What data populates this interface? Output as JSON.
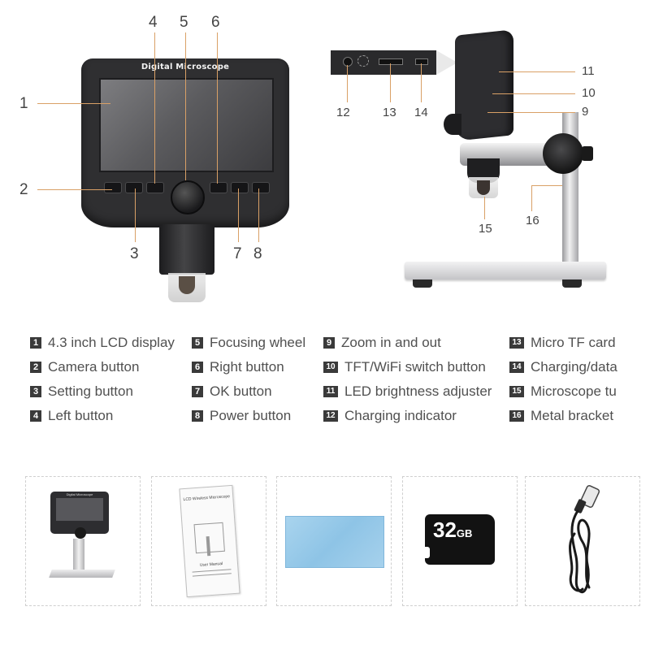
{
  "front_view": {
    "screen_label": "Digital Microscope",
    "numbers": [
      "1",
      "2",
      "3",
      "4",
      "5",
      "6",
      "7",
      "8"
    ]
  },
  "side_view": {
    "numbers": [
      "9",
      "10",
      "11",
      "12",
      "13",
      "14",
      "15",
      "16"
    ]
  },
  "legend": [
    {
      "num": "1",
      "text": "4.3 inch LCD display"
    },
    {
      "num": "2",
      "text": "Camera button"
    },
    {
      "num": "3",
      "text": "Setting button"
    },
    {
      "num": "4",
      "text": "Left button"
    },
    {
      "num": "5",
      "text": "Focusing wheel"
    },
    {
      "num": "6",
      "text": "Right button"
    },
    {
      "num": "7",
      "text": "OK button"
    },
    {
      "num": "8",
      "text": "Power button"
    },
    {
      "num": "9",
      "text": "Zoom in and out"
    },
    {
      "num": "10",
      "text": "TFT/WiFi switch button"
    },
    {
      "num": "11",
      "text": "LED brightness adjuster"
    },
    {
      "num": "12",
      "text": "Charging indicator"
    },
    {
      "num": "13",
      "text": "Micro TF card"
    },
    {
      "num": "14",
      "text": "Charging/data"
    },
    {
      "num": "15",
      "text": "Microscope tu"
    },
    {
      "num": "16",
      "text": "Metal bracket"
    }
  ],
  "package": {
    "mini_label": "Digital Microscope",
    "manual_title": "LCD Wireless Microscope",
    "manual_subtitle": "User Manual",
    "sd_capacity": "32",
    "sd_unit": "GB"
  }
}
